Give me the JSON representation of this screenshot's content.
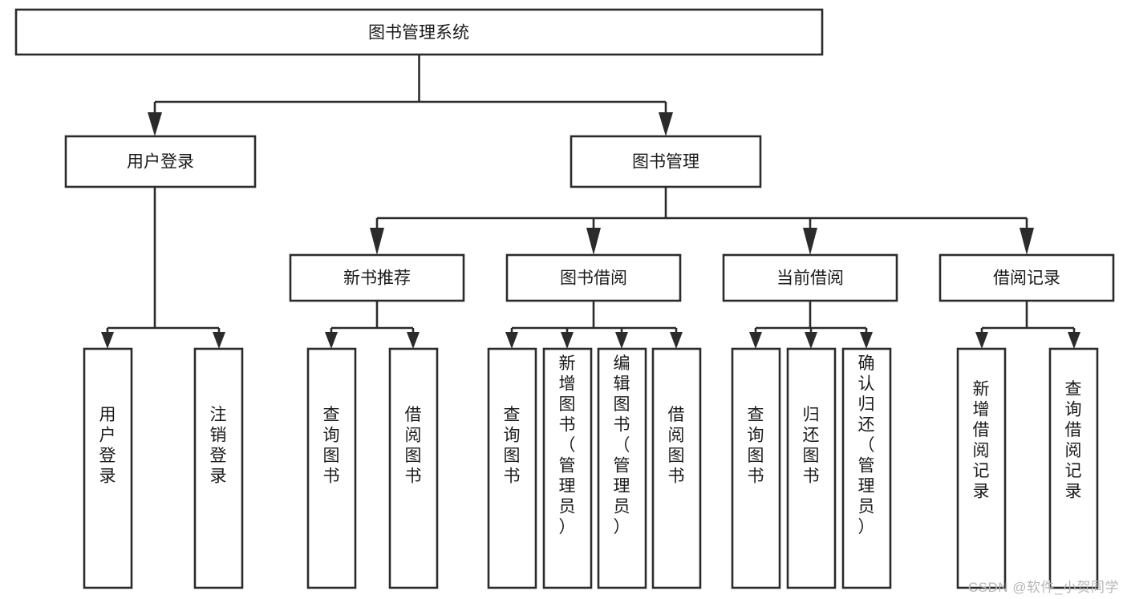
{
  "diagram": {
    "title": "图书管理系统",
    "type": "tree-hierarchy",
    "orientation": "top-down",
    "root": {
      "id": "root",
      "label": "图书管理系统"
    },
    "level2": [
      {
        "id": "user-login",
        "label": "用户登录"
      },
      {
        "id": "book-manage",
        "label": "图书管理"
      }
    ],
    "level3": [
      {
        "id": "new-book-rec",
        "label": "新书推荐",
        "parent": "book-manage"
      },
      {
        "id": "book-borrow",
        "label": "图书借阅",
        "parent": "book-manage"
      },
      {
        "id": "current-borrow",
        "label": "当前借阅",
        "parent": "book-manage"
      },
      {
        "id": "borrow-record",
        "label": "借阅记录",
        "parent": "book-manage"
      }
    ],
    "leaves": [
      {
        "id": "leaf-user-login",
        "label": "用户登录",
        "parent": "user-login"
      },
      {
        "id": "leaf-logout-login",
        "label": "注销登录",
        "parent": "user-login"
      },
      {
        "id": "leaf-query-book-1",
        "label": "查询图书",
        "parent": "new-book-rec"
      },
      {
        "id": "leaf-borrow-book-1",
        "label": "借阅图书",
        "parent": "new-book-rec"
      },
      {
        "id": "leaf-query-book-2",
        "label": "查询图书",
        "parent": "book-borrow"
      },
      {
        "id": "leaf-add-book",
        "label": "新增图书（管理员）",
        "parent": "book-borrow"
      },
      {
        "id": "leaf-edit-book",
        "label": "编辑图书（管理员）",
        "parent": "book-borrow"
      },
      {
        "id": "leaf-borrow-book-2",
        "label": "借阅图书",
        "parent": "book-borrow"
      },
      {
        "id": "leaf-query-book-3",
        "label": "查询图书",
        "parent": "current-borrow"
      },
      {
        "id": "leaf-return-book",
        "label": "归还图书",
        "parent": "current-borrow"
      },
      {
        "id": "leaf-confirm-return",
        "label": "确认归还（管理员）",
        "parent": "current-borrow"
      },
      {
        "id": "leaf-add-record",
        "label": "新增借阅记录",
        "parent": "borrow-record"
      },
      {
        "id": "leaf-query-record",
        "label": "查询借阅记录",
        "parent": "borrow-record"
      }
    ],
    "colors": {
      "box_stroke": "#2b2b2b",
      "box_fill": "#ffffff",
      "text": "#1a1a1a",
      "background": "#ffffff",
      "watermark": "#b6b6b6"
    }
  },
  "watermark": {
    "text": "CSDN @软件_小贺同学"
  }
}
